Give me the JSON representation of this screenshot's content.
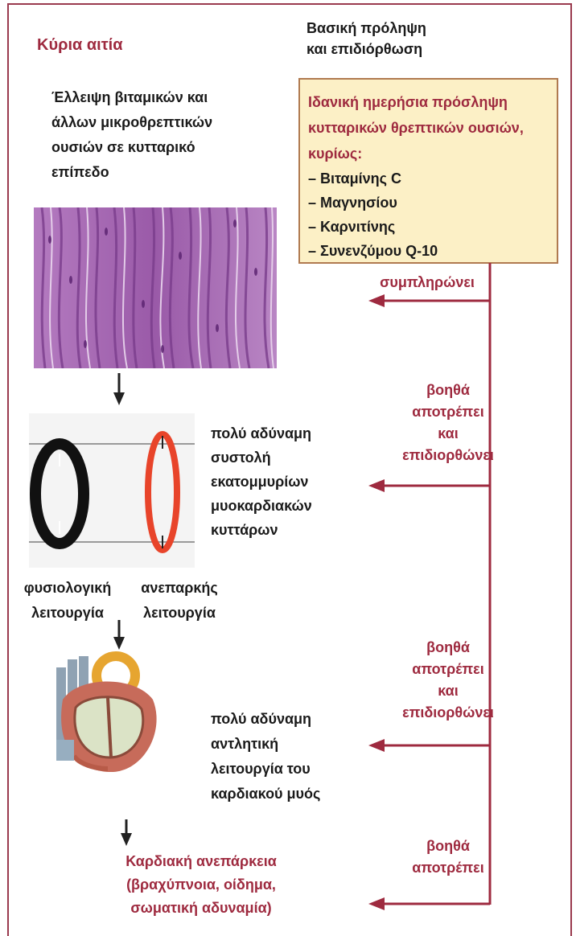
{
  "header": {
    "cause_title": "Κύρια αιτία",
    "prevention_title_line1": "Βασική πρόληψη",
    "prevention_title_line2": "και επιδιόρθωση"
  },
  "cause_text": [
    "Έλλειψη βιταμικών και",
    "άλλων μικροθρεπτικών",
    "ουσιών σε κυτταρικό",
    "επίπεδο"
  ],
  "nutrient_box": {
    "head": [
      "Ιδανική ημερήσια πρόσληψη",
      "κυτταρικών θρεπτικών ουσιών,",
      "κυρίως:"
    ],
    "items": [
      "–  Βιταμίνης C",
      "–  Μαγνησίου",
      "–  Καρνιτίνης",
      "–  Συνενζύμου Q-10"
    ]
  },
  "arrow_labels": {
    "a1": "συμπληρώνει",
    "a2": [
      "βοηθά",
      "αποτρέπει",
      "και",
      "επιδιορθώνει"
    ],
    "a3": [
      "βοηθά",
      "αποτρέπει",
      "και",
      "επιδιορθώνει"
    ],
    "a4": [
      "βοηθά",
      "αποτρέπει"
    ]
  },
  "contraction_text": [
    "πολύ αδύναμη",
    "συστολή",
    "εκατομμυρίων",
    "μυοκαρδιακών",
    "κυττάρων"
  ],
  "cell_labels": {
    "normal": [
      "φυσιολογική",
      "λειτουργία"
    ],
    "insufficient": [
      "ανεπαρκής",
      "λειτουργία"
    ]
  },
  "pump_text": [
    "πολύ αδύναμη",
    "αντλητική",
    "λειτουργία του",
    "καρδιακού μυός"
  ],
  "outcome": [
    "Καρδιακή ανεπάρκεια",
    "(βραχύπνοια, οίδημα,",
    "σωματική αδυναμία)"
  ],
  "colors": {
    "accent": "#9e2a3f",
    "box_bg": "#fcf0c6",
    "cell_insufficient": "#e8442a"
  },
  "icons": [
    "muscle-tissue-image",
    "cell-contraction-diagram",
    "heart-image",
    "down-arrow-icon",
    "left-arrow-icon"
  ]
}
